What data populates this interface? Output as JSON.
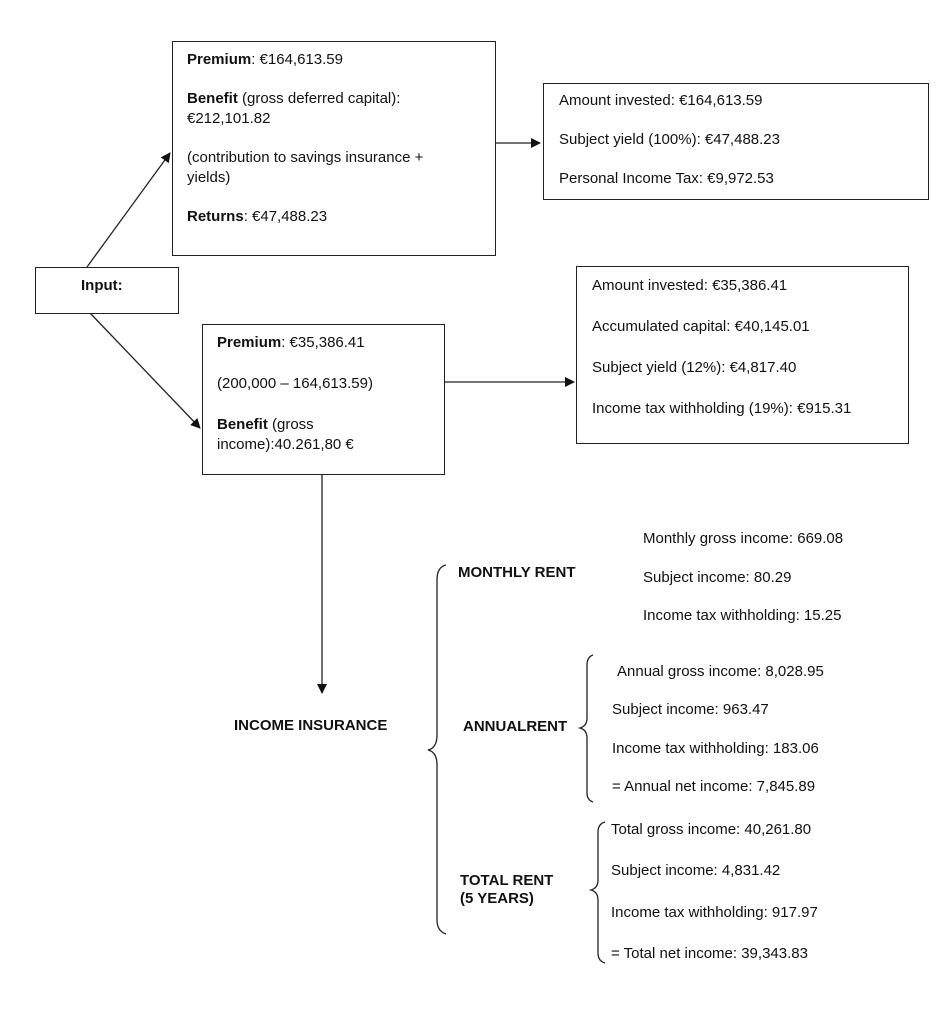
{
  "input_box": {
    "label": "Input:"
  },
  "savings_box": {
    "premium_label": "Premium",
    "premium_value": ": €164,613.59",
    "benefit_label": "Benefit",
    "benefit_desc": " (gross deferred capital):",
    "benefit_value": "€212,101.82",
    "contribution_note_line1": "(contribution to savings insurance +",
    "contribution_note_line2": "yields)",
    "returns_label": "Returns",
    "returns_value": ": €47,488.23"
  },
  "savings_tax_box": {
    "lines": [
      "Amount invested: €164,613.59",
      "Subject yield (100%): €47,488.23",
      "Personal Income Tax: €9,972.53"
    ]
  },
  "income_box": {
    "premium_label": "Premium",
    "premium_value": ": €35,386.41",
    "calc_note": "(200,000 – 164,613.59)",
    "benefit_label": "Benefit",
    "benefit_desc": " (gross",
    "benefit_value_line": "income):40.261,80 €"
  },
  "income_tax_box": {
    "lines": [
      "Amount invested: €35,386.41",
      "Accumulated capital: €40,145.01",
      "Subject yield (12%): €4,817.40",
      "Income tax withholding (19%): €915.31"
    ]
  },
  "income_insurance": {
    "title": "INCOME INSURANCE",
    "groups": [
      {
        "label": "MONTHLY RENT",
        "items": [
          "Monthly gross income: 669.08",
          "Subject income: 80.29",
          "Income tax withholding: 15.25"
        ]
      },
      {
        "label": "ANNUALRENT",
        "items": [
          "Annual gross income: 8,028.95",
          "Subject income: 963.47",
          "Income tax withholding: 183.06",
          "= Annual net income: 7,845.89"
        ]
      },
      {
        "label_line1": "TOTAL RENT",
        "label_line2": "(5 YEARS)",
        "items": [
          "Total gross income: 40,261.80",
          "Subject income: 4,831.42",
          "Income tax withholding: 917.97",
          "= Total net income: 39,343.83"
        ]
      }
    ]
  }
}
